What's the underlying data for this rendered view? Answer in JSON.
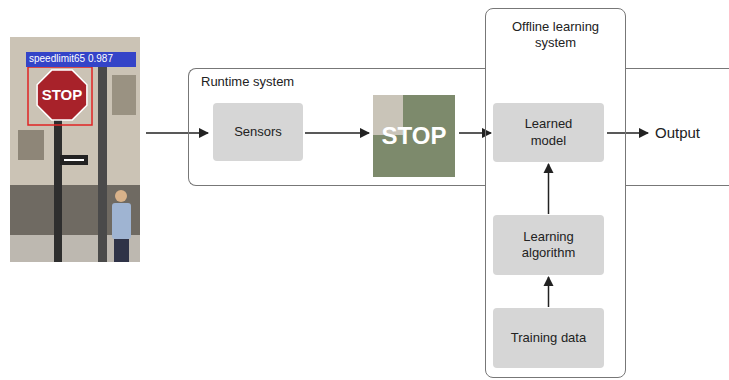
{
  "diagram": {
    "nodes": [
      {
        "text": [
          "Runtime system"
        ]
      },
      {
        "text": [
          "Sensors"
        ],
        "in": 0
      },
      {
        "text": [
          "Offline learning system"
        ]
      },
      {
        "text": [
          "Learned model"
        ],
        "in": 2
      },
      {
        "text": [
          "Learning algorithm"
        ],
        "in": 2
      },
      {
        "text": [
          "Training data"
        ],
        "in": 2
      }
    ],
    "edges": [
      {
        "from": 5,
        "to": 4,
        "arrow": "to"
      },
      {
        "from": 4,
        "to": 3,
        "arrow": "to"
      }
    ],
    "labels": [
      "speedlimit65 0.987",
      "STOP",
      "STOP",
      "Output"
    ]
  }
}
